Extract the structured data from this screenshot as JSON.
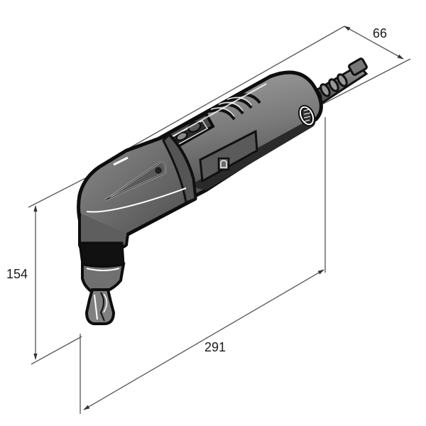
{
  "diagram": {
    "subject": "angle nibbler power tool",
    "colors": {
      "dimension_line": "#555555",
      "body_dark": "#1a1a1a",
      "body_mid": "#6b6b6b",
      "body_light": "#9a9a9a",
      "highlight": "#ffffff"
    },
    "dimensions": {
      "width": {
        "value": "66",
        "label": "66"
      },
      "height": {
        "value": "154",
        "label": "154"
      },
      "length": {
        "value": "291",
        "label": "291"
      }
    }
  }
}
